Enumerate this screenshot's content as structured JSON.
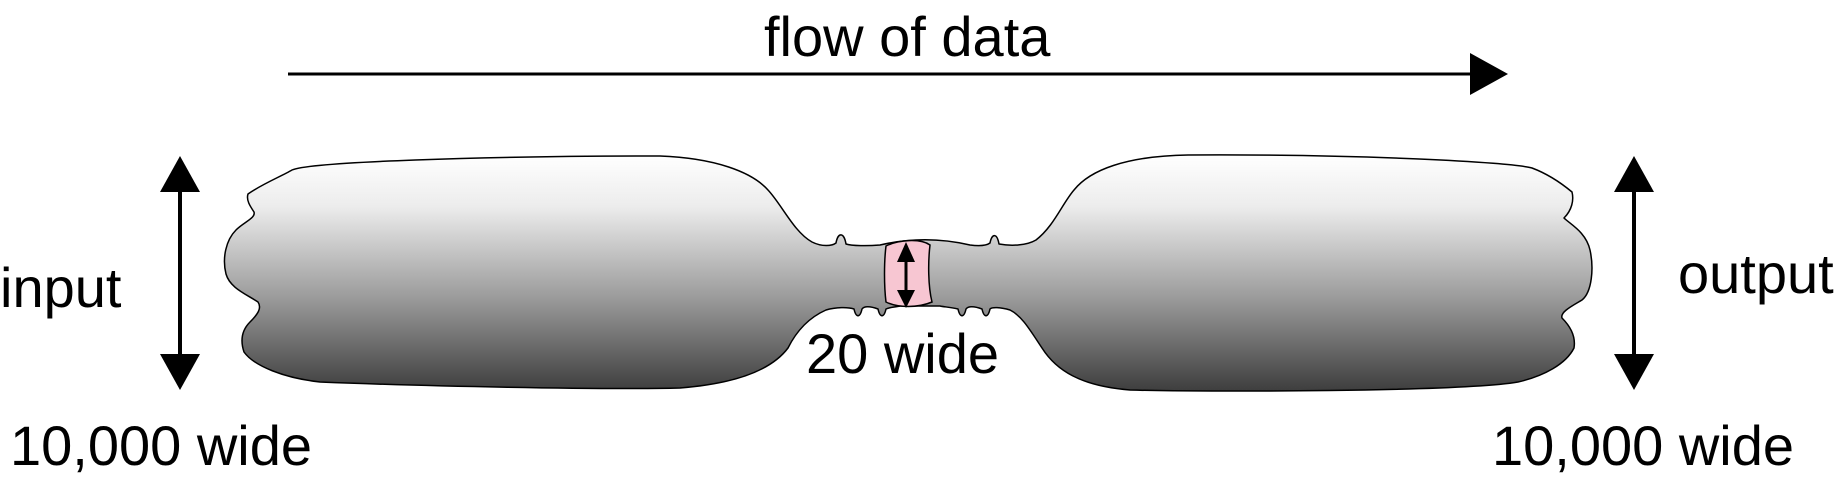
{
  "labels": {
    "flow": "flow of data",
    "input": "input",
    "output": "output",
    "bottleneck_width": "20 wide",
    "input_width": "10,000 wide",
    "output_width": "10,000 wide"
  },
  "colors": {
    "background": "#ffffff",
    "stroke": "#000000",
    "body_gradient_top": "#ffffff",
    "body_gradient_bottom": "#3e3e3e",
    "bottleneck_fill": "#f7c6d2"
  }
}
